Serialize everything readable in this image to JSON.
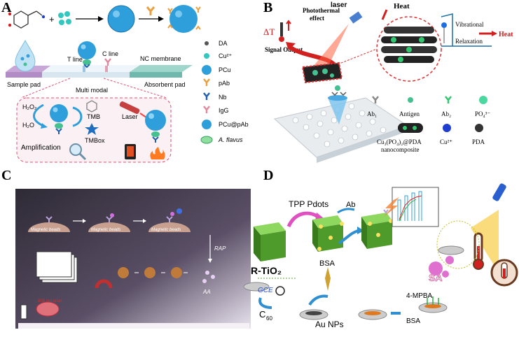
{
  "panels": {
    "A": {
      "label": "A",
      "sample_pad": "Sample pad",
      "t_line": "T line",
      "c_line": "C line",
      "nc_membrane": "NC membrane",
      "absorbent_pad": "Absorbent pad",
      "multi_modal": "Multi modal",
      "h2o2": "H₂O₂",
      "h2o": "H₂O",
      "tmb": "TMB",
      "tmbox": "TMBox",
      "laser": "Laser",
      "amplification": "Amplification",
      "legend": [
        "DA",
        "Cu²⁺",
        "PCu",
        "pAb",
        "Nb",
        "IgG",
        "PCu@pAb",
        "A. flavus"
      ]
    },
    "B": {
      "label": "B",
      "laser": "laser",
      "heat": "Heat",
      "delta_t": "ΔT",
      "photothermal": "Photothermal",
      "effect": "effect",
      "signal_output": "Signal Output",
      "vibrational": "Vibrational",
      "relaxation": "Relaxation",
      "heat_out": "Heat",
      "legend": [
        "Ab₁",
        "Antigen",
        "Ab₂",
        "PO₄³⁻"
      ],
      "legend2_line1": "Cu₃(PO₄)₂@PDA",
      "legend2_line2": "nanocomposite",
      "cu": "Cu²⁺",
      "pda": "PDA"
    },
    "C": {
      "label": "C",
      "bead": "Magnetic beads",
      "rap": "RAP",
      "aa": "AA",
      "nir": "808 nm laser"
    },
    "D": {
      "label": "D",
      "r_tio2": "R-TiO₂",
      "tpp_pdots": "TPP Pdots",
      "bsa": "BSA",
      "ab": "Ab",
      "sa": "SA",
      "gce": "GCE",
      "c60": "C",
      "c60_sub": "60",
      "au_nps": "Au NPs",
      "mpba": "4-MPBA",
      "bsa2": "BSA"
    }
  },
  "colors": {
    "pcu_blue": "#3aa0dc",
    "cu_green": "#32c8c0",
    "laser_red": "#e0302a",
    "dark_bg": "#3a3440",
    "arrow_blue": "#2f8fd0",
    "tio2_green": "#5aa832"
  }
}
